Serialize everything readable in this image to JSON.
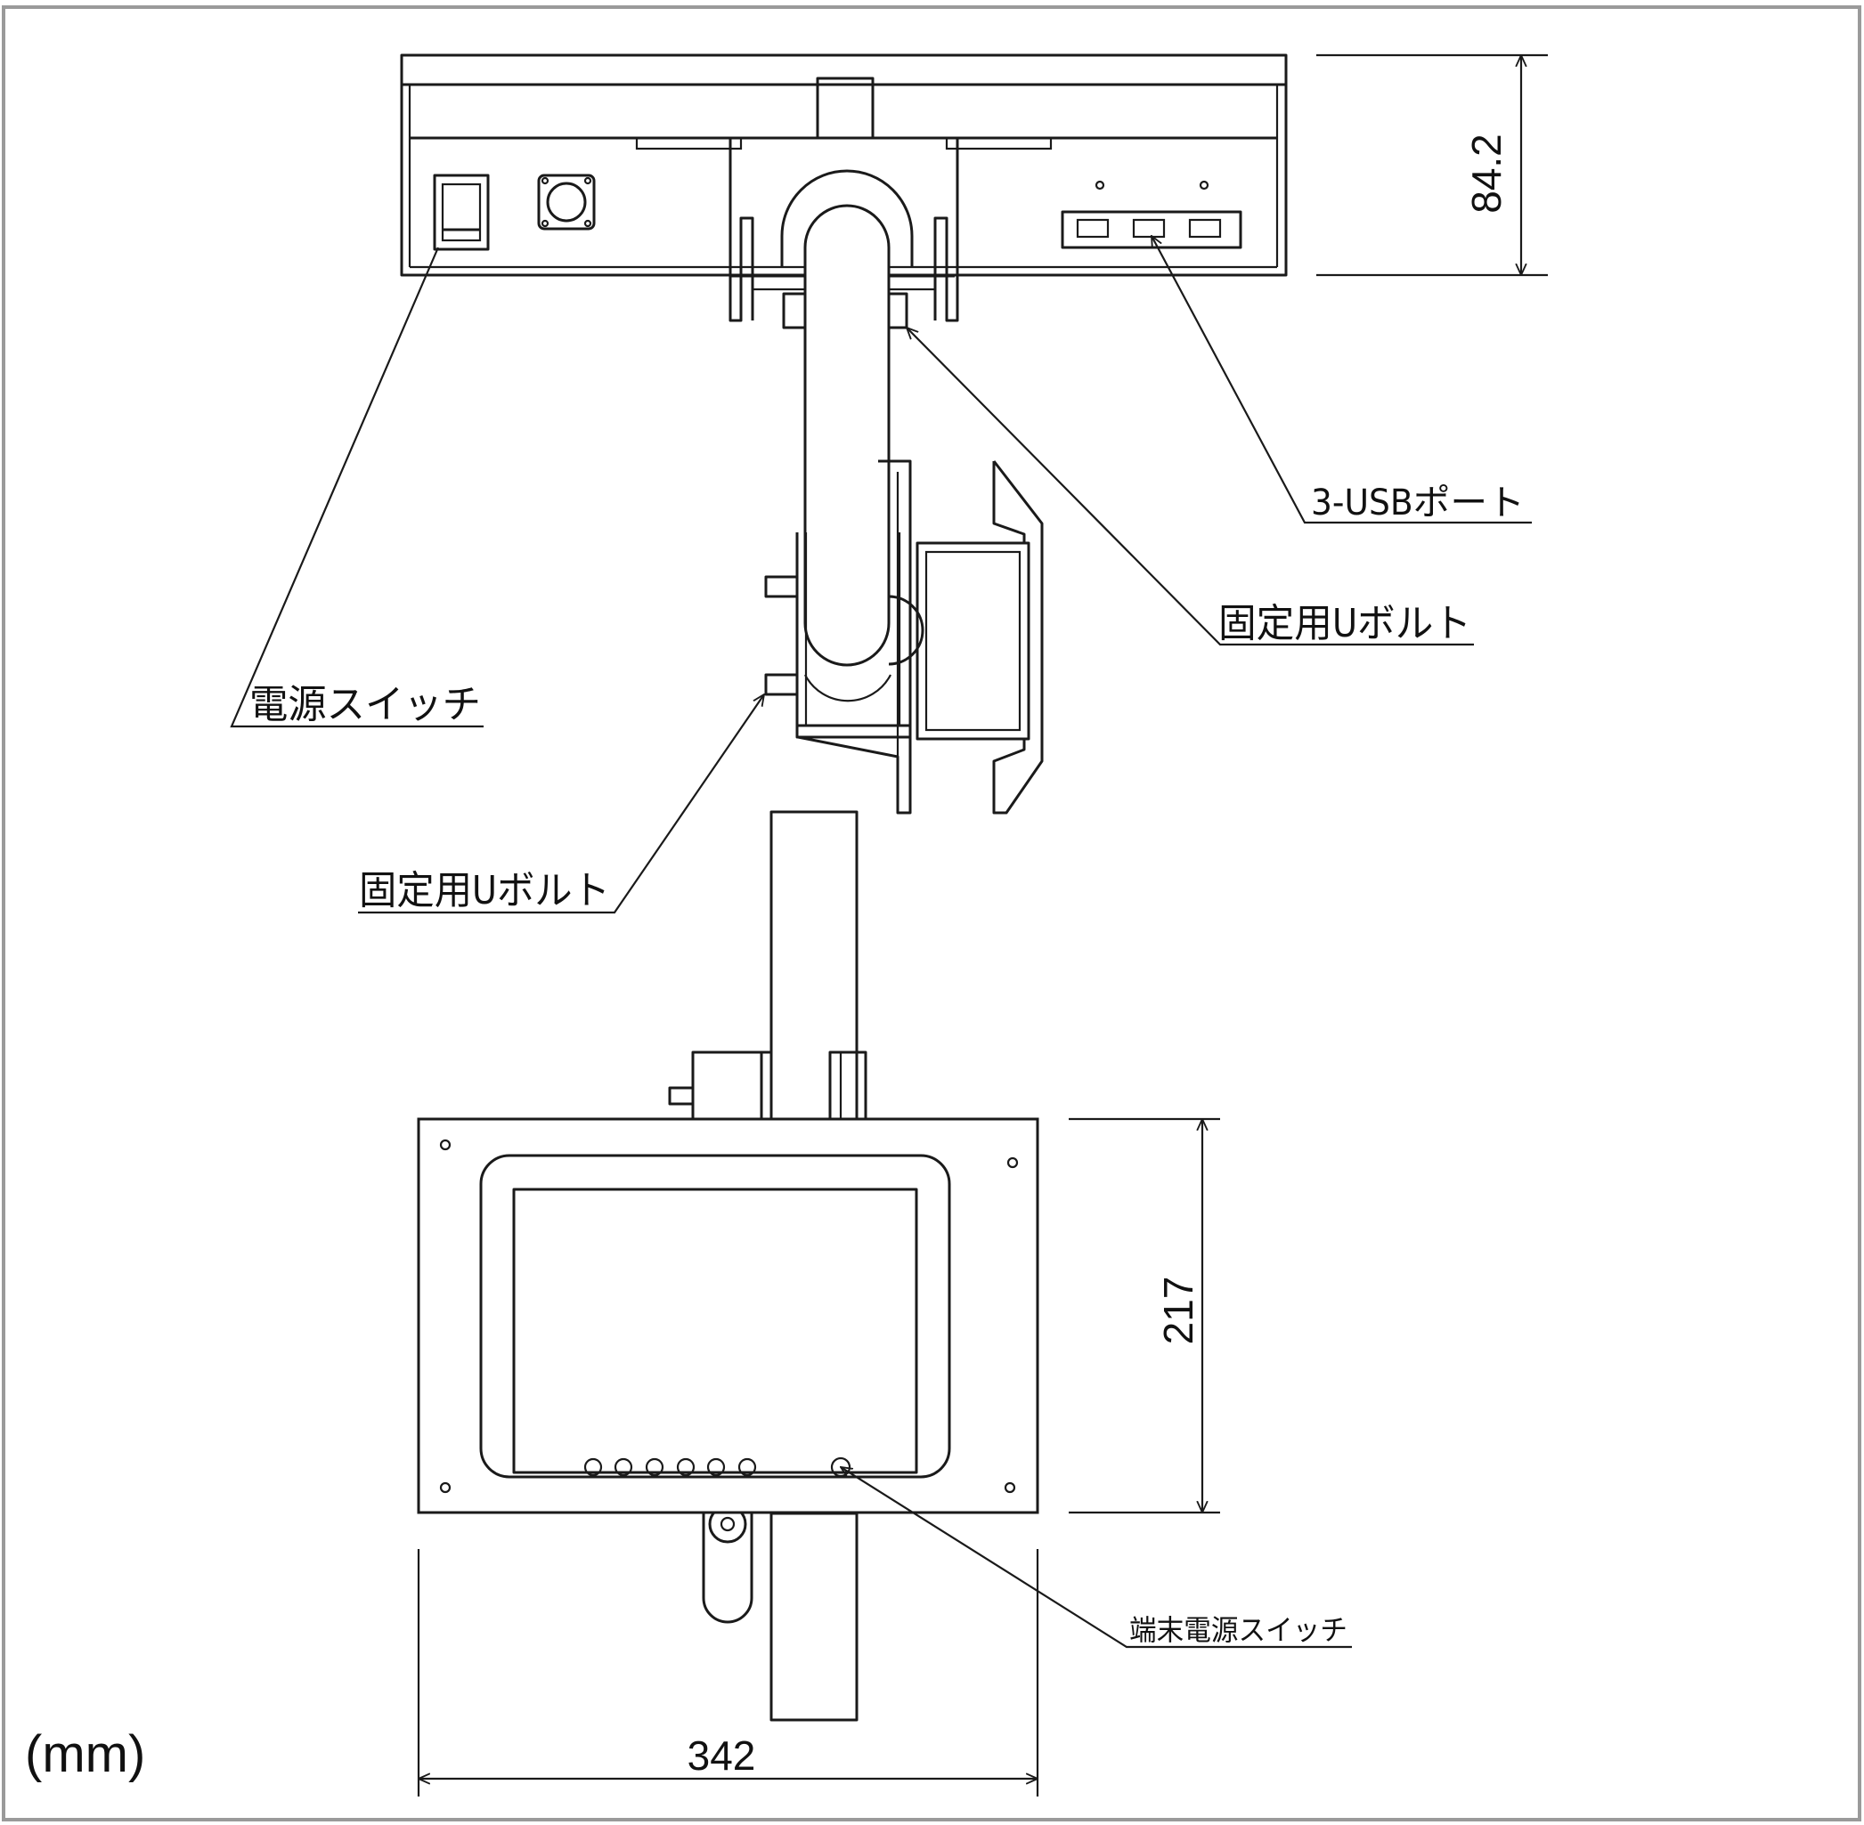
{
  "labels": {
    "usb_ports": "3-USBポート",
    "u_bolt_upper": "固定用Uボルト",
    "power_switch": "電源スイッチ",
    "u_bolt_lower": "固定用Uボルト",
    "terminal_power_switch": "端末電源スイッチ"
  },
  "dimensions": {
    "top_height": "84.2",
    "display_height": "217",
    "display_width": "342"
  },
  "unit": "(mm)",
  "colors": {
    "line": "#1a1a1a",
    "frame": "#9a9a9a",
    "background": "#ffffff"
  }
}
